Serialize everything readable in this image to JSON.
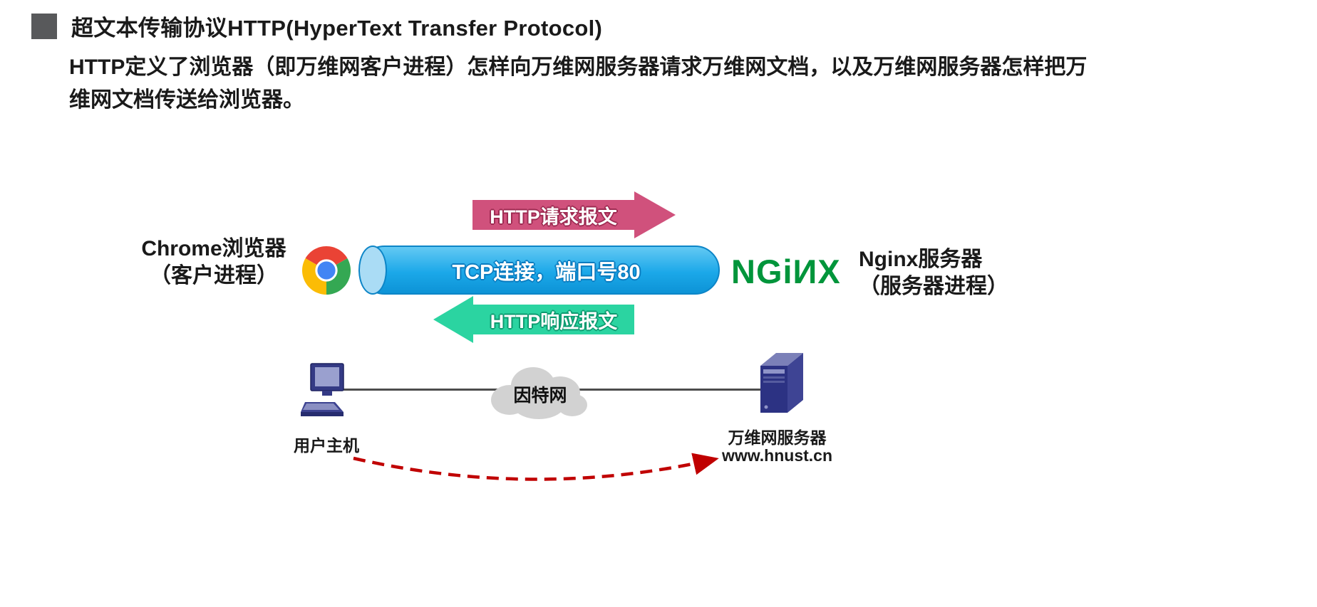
{
  "slide": {
    "title": "超文本传输协议HTTP(HyperText Transfer Protocol)",
    "description": "HTTP定义了浏览器（即万维网客户进程）怎样向万维网服务器请求万维网文档，以及万维网服务器怎样把万维网文档传送给浏览器。"
  },
  "diagram": {
    "client": {
      "name": "Chrome浏览器",
      "role": "（客户进程）"
    },
    "server": {
      "logo": "NGiИX",
      "name": "Nginx服务器",
      "role": "（服务器进程）"
    },
    "request_arrow": {
      "label": "HTTP请求报文"
    },
    "tcp_pipe": {
      "label": "TCP连接，端口号80"
    },
    "response_arrow": {
      "label": "HTTP响应报文"
    },
    "network": {
      "host_label": "用户主机",
      "cloud_label": "因特网",
      "web_server_label": "万维网服务器",
      "web_server_domain": "www.hnust.cn"
    }
  },
  "icons": {
    "bullet": "gray-square",
    "client_icon": "chrome-browser-logo",
    "host_icon": "desktop-computer",
    "cloud_icon": "internet-cloud",
    "server_icon": "server-tower",
    "dashed_icon": "red-dashed-curved-arrow"
  },
  "colors": {
    "request_arrow": "#d0517c",
    "response_arrow": "#2bd4a1",
    "tcp_pipe": "#1ba8e9",
    "nginx_green": "#00953b",
    "dashed_arrow": "#c00000",
    "bullet_gray": "#58595b"
  }
}
